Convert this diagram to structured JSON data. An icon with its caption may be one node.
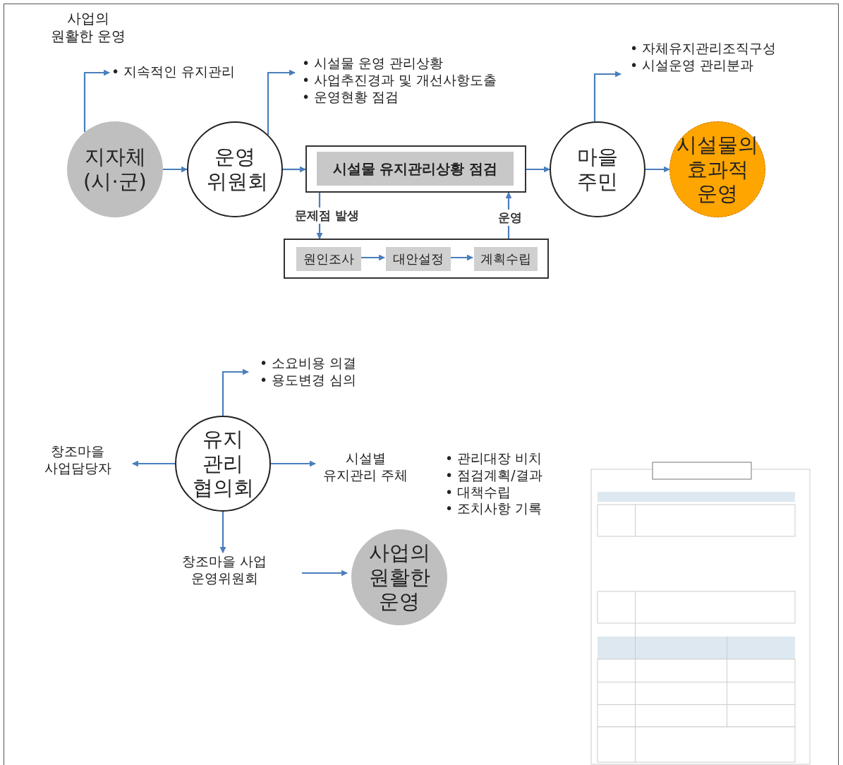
{
  "diagram": {
    "nodes": [
      {
        "text": [
          "지자체 (시·군)"
        ]
      },
      {
        "text": [
          "• 지속적인 유지관리"
        ]
      },
      {
        "text": [
          "운영 위원회"
        ]
      },
      {
        "text": [
          "• 시설물 운영 관리상황",
          "• 사업추진경과 및 개선사항도출",
          "• 운영현황 점검"
        ]
      },
      {
        "text": [
          "시설물 유지관리상황 점검"
        ]
      },
      {
        "text": [],
        "shape": "box"
      },
      {
        "text": [
          "원인조사"
        ],
        "in": 5
      },
      {
        "text": [
          "대안설정"
        ],
        "in": 5
      },
      {
        "text": [
          "계획수립"
        ],
        "in": 5
      },
      {
        "text": [
          "마을 주민"
        ]
      },
      {
        "text": [
          "• 자체유지관리조직구성",
          "• 시설운영 관리분과"
        ]
      },
      {
        "text": [
          "시설물의 효과적 운영"
        ]
      },
      {
        "text": [
          "유지 관리 협의회"
        ]
      },
      {
        "text": [
          "• 소요비용 의결",
          "• 용도변경 심의"
        ]
      },
      {
        "text": [
          "창조마을 사업담당자"
        ]
      },
      {
        "text": [
          "시설별 유지관리 주체"
        ]
      },
      {
        "text": [
          "창조마을 사업 운영위원회"
        ]
      },
      {
        "text": [
          "사업의 원활한 운영"
        ]
      }
    ],
    "edges": [
      {
        "from": 0,
        "to": 1,
        "arrow": "to"
      },
      {
        "from": 0,
        "to": 2,
        "arrow": "to"
      },
      {
        "from": 2,
        "to": 3,
        "arrow": "to"
      },
      {
        "from": 2,
        "to": 4,
        "arrow": "to"
      },
      {
        "from": 4,
        "to": 5,
        "arrow": "to",
        "label": "문제점 발생"
      },
      {
        "from": 5,
        "to": 4,
        "arrow": "to",
        "label": "운영"
      },
      {
        "from": 6,
        "to": 7,
        "arrow": "to"
      },
      {
        "from": 7,
        "to": 8,
        "arrow": "to"
      },
      {
        "from": 4,
        "to": 9,
        "arrow": "to"
      },
      {
        "from": 9,
        "to": 10,
        "arrow": "to"
      },
      {
        "from": 9,
        "to": 11,
        "arrow": "to"
      },
      {
        "from": 12,
        "to": 13,
        "arrow": "to"
      },
      {
        "from": 12,
        "to": 14,
        "arrow": "to"
      },
      {
        "from": 12,
        "to": 15,
        "arrow": "to"
      },
      {
        "from": 12,
        "to": 16,
        "arrow": "to"
      },
      {
        "from": 16,
        "to": 17,
        "arrow": "to"
      }
    ],
    "labels": [
      "사업의 원활한 운영",
      "• 관리대장 비치",
      "• 점검계획/결과",
      "• 대책수립",
      "• 조치사항 기록"
    ]
  }
}
